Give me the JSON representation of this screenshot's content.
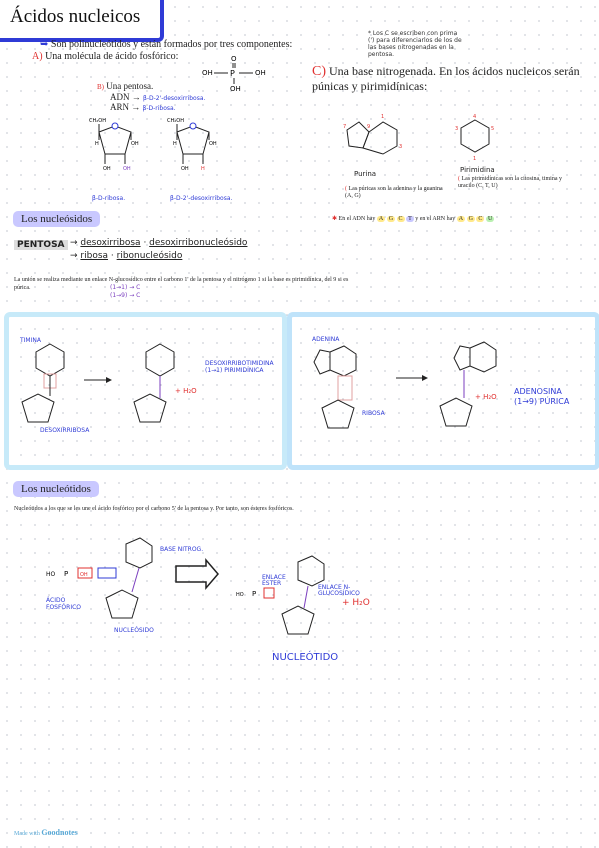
{
  "title": "Ácidos nucleicos",
  "intro": {
    "line1": "Son polinucleótidos y están formados por tres componentes:",
    "a_marker": "A)",
    "a_text": "Una molécula de ácido fosfórico:",
    "b_marker": "B)",
    "b_text": "Una pentosa.",
    "adn_label": "ADN →",
    "adn_note": "β-D-2'-desoxirribosa.",
    "arn_label": "ARN →",
    "arn_note": "β-D-ribosa.",
    "ribose_caption": "β-D-ribosa.",
    "deoxy_caption": "β-D-2'-desoxirribosa.",
    "c_marker": "C)",
    "c_text": "Una base nitrogenada. En los ácidos nucleicos serán púnicas y pirimidínicas:",
    "side_note": "* Los C se escriben con prima (') para diferenciarlos de los de las bases nitrogenadas en la pentosa.",
    "purina_label": "Purina",
    "pirimidina_label": "Pirimidina",
    "purinas_text": "Las púricas son la adenina y la guanina (A, G)",
    "pirimidinas_text": "Las pirimidínicas son la citosina, timina y uracilo (C, T, U)",
    "adn_bases_text": "En el ADN hay",
    "arn_bases_text": "y en el ARN hay",
    "adn_bases": [
      "A",
      "G",
      "C",
      "T"
    ],
    "arn_bases": [
      "A",
      "G",
      "C",
      "U"
    ]
  },
  "nucleosidos": {
    "heading": "Los nucleósidos",
    "pentosa": "PENTOSA",
    "desox1": "desoxirribosa",
    "desox2": "desoxirribonucleósido",
    "ribo1": "ribosa",
    "ribo2": "ribonucleósido",
    "union_text": "La unión se realiza mediante un enlace N-glucosídico entre el carbono 1' de la pentosa y el nitrógeno 1 si la base es pirimidínica, del 9 si es púrica.",
    "bond_a": "(1→1) → C",
    "bond_b": "(1→9) → C",
    "timina": "TIMINA",
    "desoxirribosa_label": "DESOXIRRIBOSA",
    "product_label": "DESOXIRRIBOTIMIDINA (1→1) PIRIMIDÍNICA",
    "water": "+ H₂O",
    "adenina": "ADENINA",
    "ribosa_label": "RIBOSA",
    "adenosina": "ADENOSINA (1→9) PÚRICA",
    "water2": "+ H₂O"
  },
  "nucleotidos": {
    "heading": "Los nucleótidos",
    "desc": "Nucleótidos a los que se les une el ácido fosfórico por el carbono 5' de la pentosa y. Por tanto, son ésteres fosfóricos.",
    "acido_label": "ÁCIDO FOSFÓRICO",
    "nucleosido_label": "NUCLEÓSIDO",
    "base_label": "BASE NITROG.",
    "enlace_ester": "ENLACE ÉSTER",
    "enlace_glucosidico": "ENLACE N-GLUCOSÍDICO",
    "water": "+ H₂O",
    "nucleotido_label": "NUCLEÓTIDO"
  },
  "footer": {
    "made_with": "Made with",
    "brand": "Goodnotes"
  }
}
